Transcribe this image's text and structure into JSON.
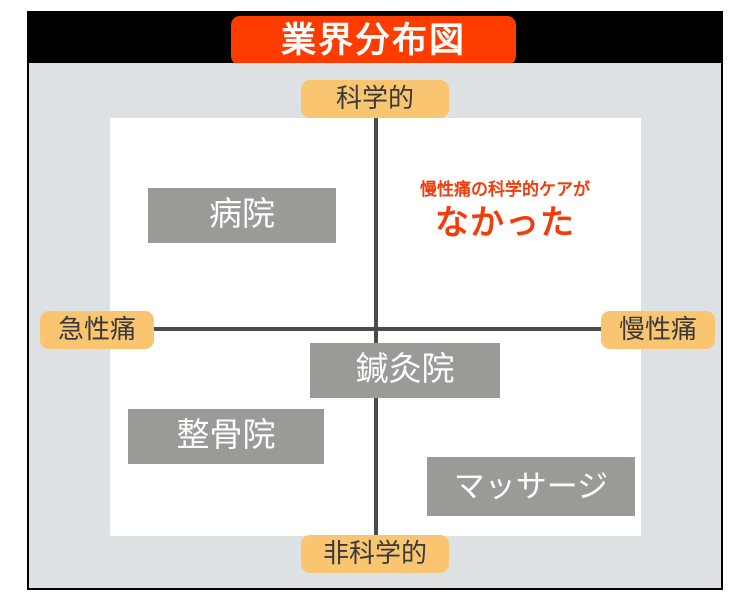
{
  "slide": {
    "title": "業界分布図"
  },
  "chart_data": {
    "type": "scatter",
    "title": "業界分布図",
    "xlabel": "",
    "ylabel": "",
    "axes": {
      "y_top_label": "科学的",
      "y_bottom_label": "非科学的",
      "x_left_label": "急性痛",
      "x_right_label": "慢性痛"
    },
    "grid": false,
    "legend": "none",
    "items": [
      {
        "label": "病院",
        "quadrant": "upper-left",
        "x": -0.4,
        "y": 0.52
      },
      {
        "label": "鍼灸院",
        "quadrant": "center",
        "x": 0.03,
        "y": -0.13
      },
      {
        "label": "整骨院",
        "quadrant": "lower-left",
        "x": -0.43,
        "y": -0.4
      },
      {
        "label": "マッサージ",
        "quadrant": "lower-right",
        "x": 0.42,
        "y": -0.62
      }
    ],
    "annotations": [
      {
        "line1": "慢性痛の科学的ケアが",
        "line2": "なかった",
        "quadrant": "upper-right",
        "x": 0.37,
        "y": 0.6
      }
    ],
    "colors": {
      "title_pill": "#ff3c00",
      "header_bar": "#000000",
      "panel": "#dee1e4",
      "plot": "#ffffff",
      "axis_line": "#4b4b48",
      "axis_label": "#f9c571",
      "item_box": "#999b97",
      "item_text": "#ffffff",
      "annotation_text": "#f23c0c"
    }
  }
}
